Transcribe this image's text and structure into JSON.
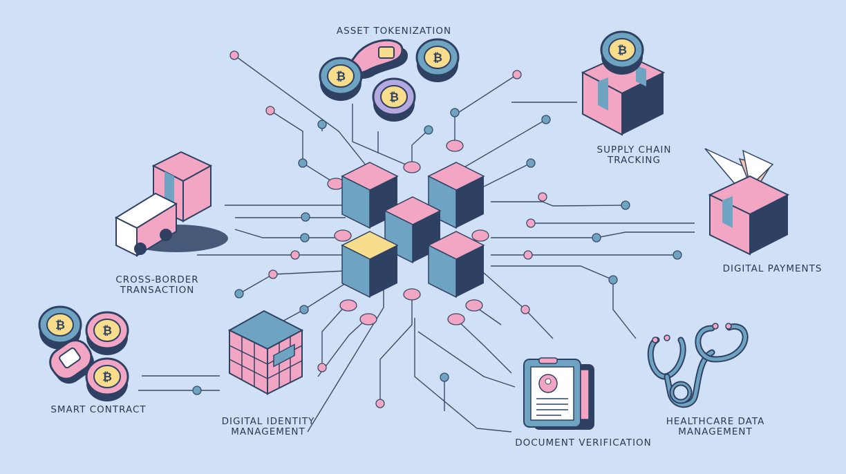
{
  "labels": {
    "asset_tokenization": "ASSET TOKENIZATION",
    "supply_chain": [
      "SUPPLY CHAIN",
      "TRACKING"
    ],
    "digital_payments": "DIGITAL PAYMENTS",
    "cross_border": [
      "CROSS-BORDER",
      "TRANSACTION"
    ],
    "smart_contract": "SMART CONTRACT",
    "digital_identity": [
      "DIGITAL IDENTITY",
      "MANAGEMENT"
    ],
    "document_verification": "DOCUMENT VERIFICATION",
    "healthcare": [
      "HEALTHCARE DATA",
      "MANAGEMENT"
    ]
  },
  "colors": {
    "background": "#cfe0f7",
    "pink": "#f2a6c4",
    "blue": "#6fa3c2",
    "navy": "#2f4163",
    "yellow": "#f8dd8c",
    "lavender": "#b4a9e0",
    "line": "#3b4a66"
  },
  "icons": [
    "bitcoin-icon",
    "truck-icon",
    "box-icon",
    "stethoscope-icon",
    "clipboard-icon",
    "puzzle-cube-icon"
  ]
}
